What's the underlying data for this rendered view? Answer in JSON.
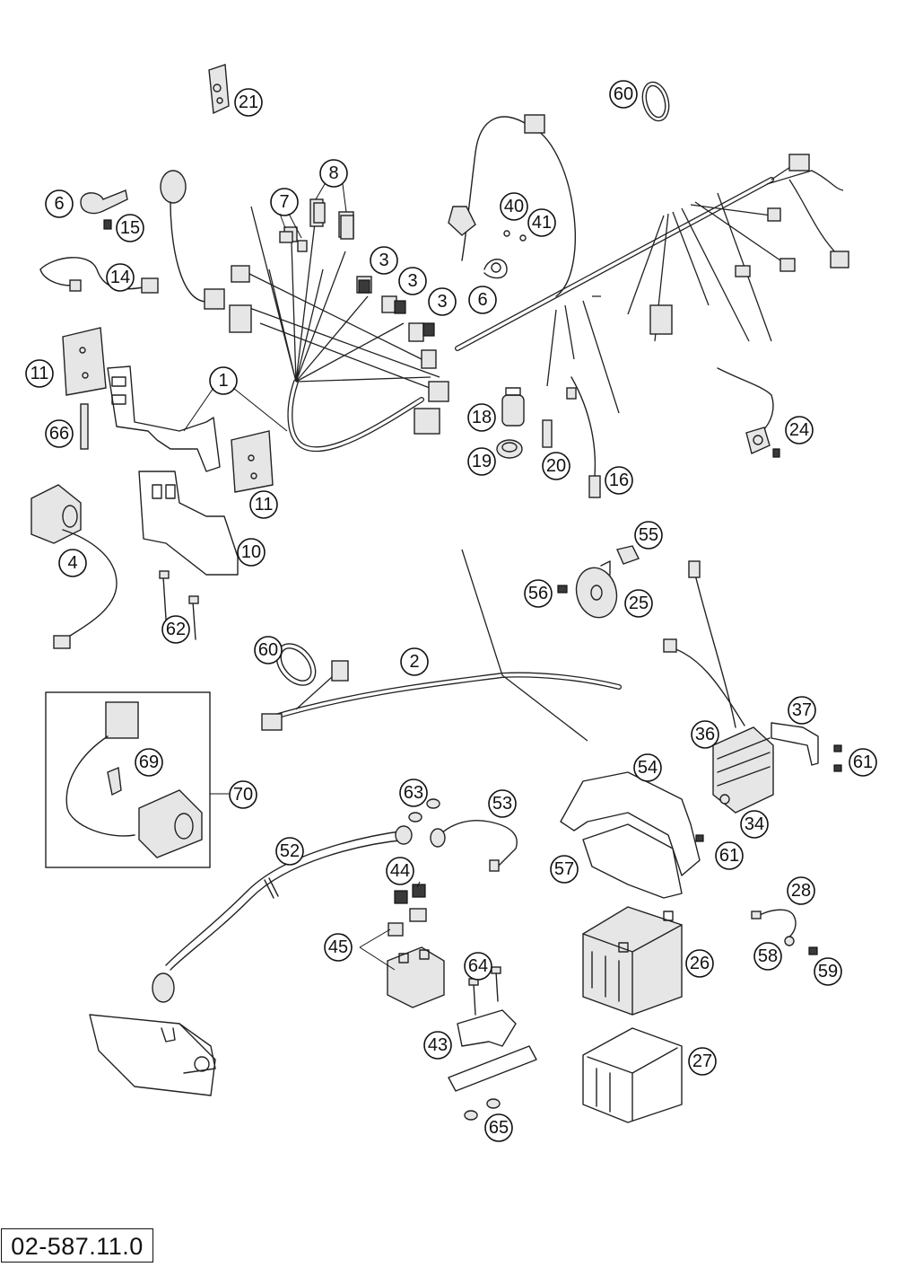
{
  "diagram_code": "02-587.11.0",
  "callouts": [
    "21",
    "60",
    "8",
    "7",
    "3",
    "3",
    "3",
    "40",
    "41",
    "6",
    "6",
    "15",
    "14",
    "11",
    "1",
    "66",
    "11",
    "18",
    "19",
    "20",
    "16",
    "24",
    "10",
    "4",
    "62",
    "55",
    "56",
    "25",
    "60",
    "2",
    "37",
    "36",
    "61",
    "69",
    "70",
    "54",
    "63",
    "53",
    "34",
    "61",
    "52",
    "57",
    "44",
    "45",
    "28",
    "64",
    "26",
    "58",
    "59",
    "43",
    "27",
    "65"
  ]
}
